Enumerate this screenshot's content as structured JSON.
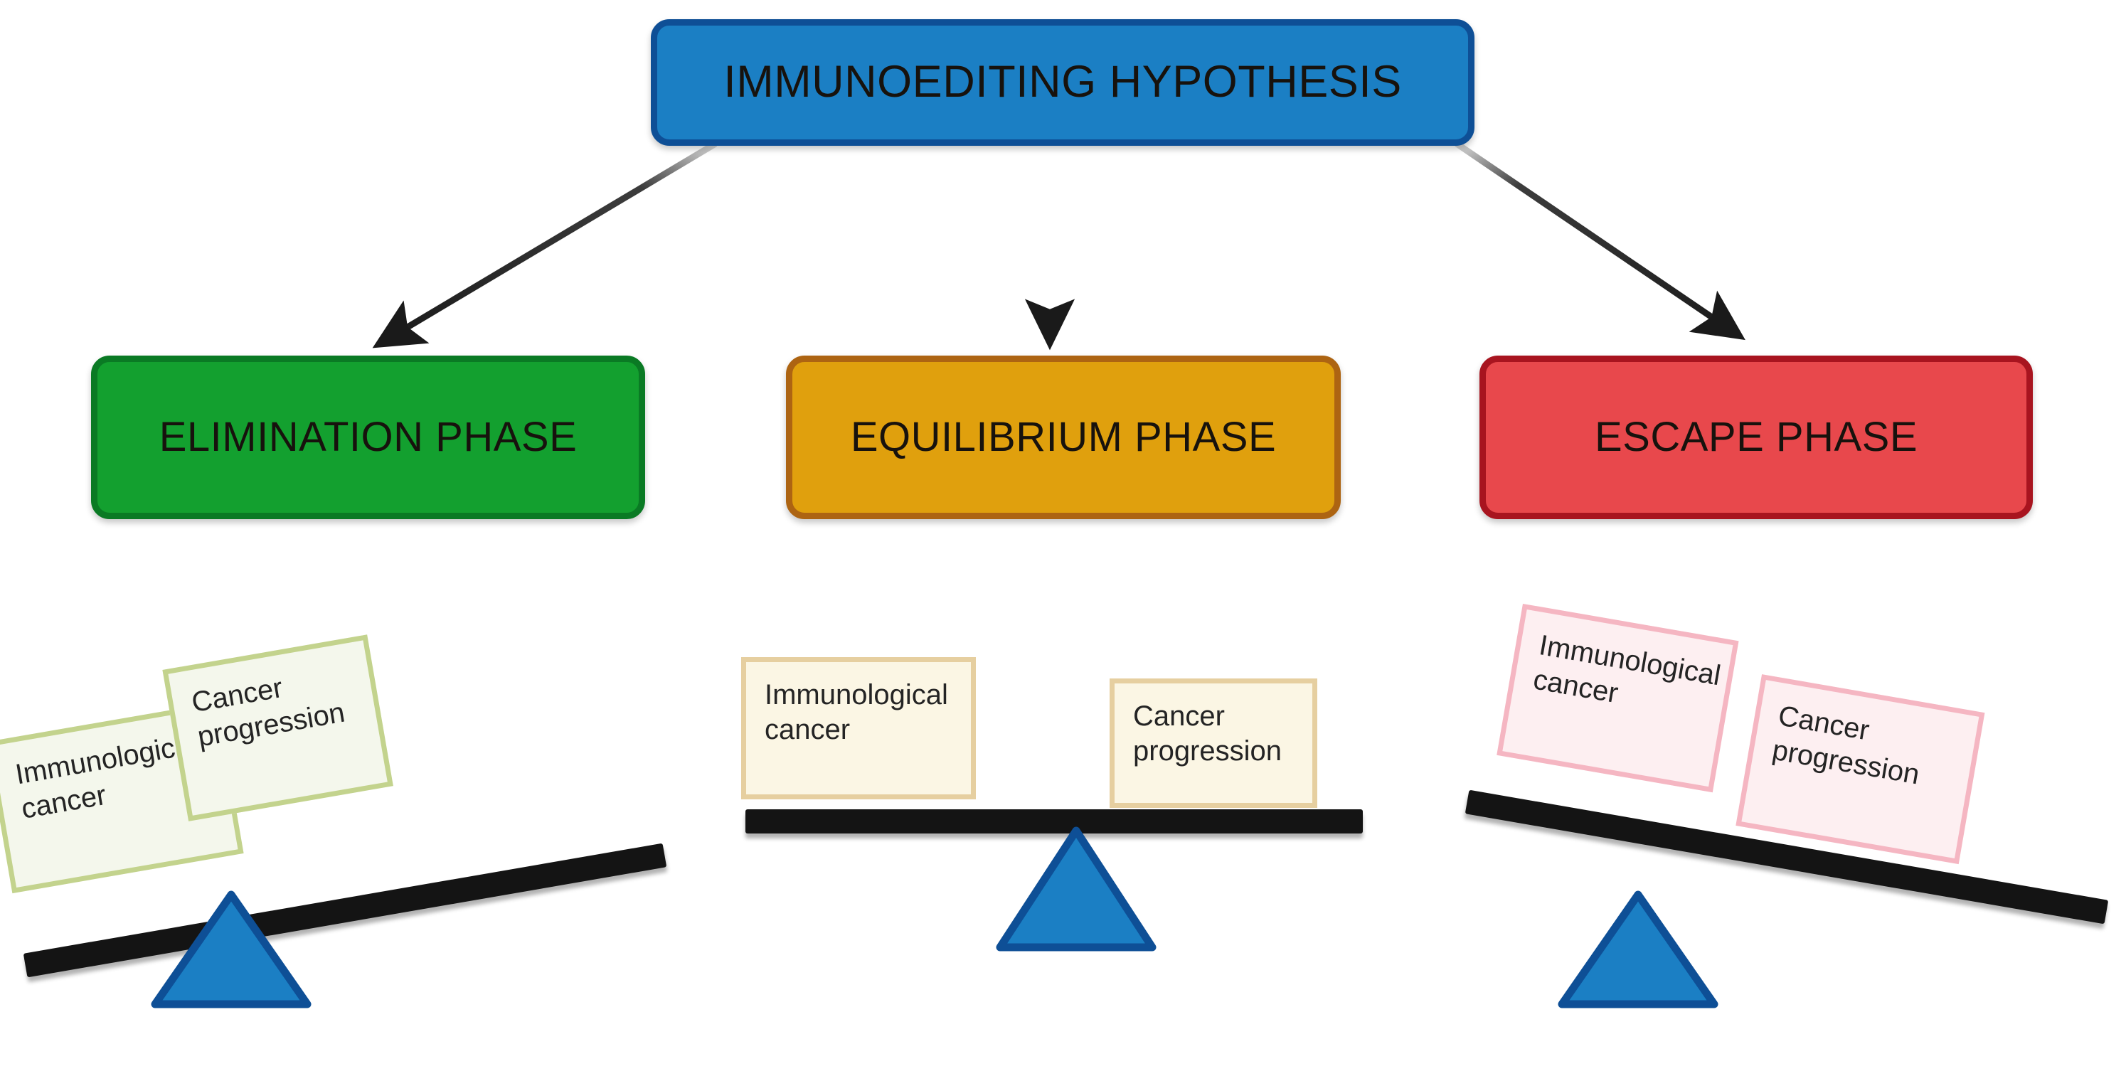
{
  "diagram": {
    "title": "IMMUNOEDITING HYPOTHESIS",
    "header": {
      "label": "IMMUNOEDITING HYPOTHESIS"
    },
    "phases": [
      {
        "id": "elimination",
        "label": "ELIMINATION PHASE",
        "fill": "#13a02f",
        "border": "#0a7a24"
      },
      {
        "id": "equilibrium",
        "label": "EQUILIBRIUM PHASE",
        "fill": "#e0a00d",
        "border": "#ad6412"
      },
      {
        "id": "escape",
        "label": "ESCAPE PHASE",
        "fill": "#e8484c",
        "border": "#a8141f"
      }
    ],
    "connectors": [
      {
        "id": "arrow-to-elimination",
        "kind": "arrow",
        "direction": "down-left"
      },
      {
        "id": "arrow-to-equilibrium",
        "kind": "arrow",
        "direction": "down"
      },
      {
        "id": "arrow-to-escape",
        "kind": "arrow",
        "direction": "down-right"
      }
    ],
    "scales": [
      {
        "id": "elimination",
        "tilt": "left-heavy",
        "left_pan": {
          "line1": "Immunological",
          "line2": "cancer"
        },
        "right_pan": {
          "line1": "Cancer",
          "line2": "progression"
        },
        "pan_fill": "#f4f7ec",
        "pan_border": "#c3d38d",
        "beam_color": "#141414",
        "fulcrum_fill": "#1b7fc4",
        "fulcrum_border": "#0e4f96"
      },
      {
        "id": "equilibrium",
        "tilt": "balanced",
        "left_pan": {
          "line1": "Immunological",
          "line2": "cancer"
        },
        "right_pan": {
          "line1": "Cancer",
          "line2": "progression"
        },
        "pan_fill": "#fbf6e4",
        "pan_border": "#e6cfa0",
        "beam_color": "#141414",
        "fulcrum_fill": "#1b7fc4",
        "fulcrum_border": "#0e4f96"
      },
      {
        "id": "escape",
        "tilt": "right-heavy",
        "left_pan": {
          "line1": "Immunological",
          "line2": "cancer"
        },
        "right_pan": {
          "line1": "Cancer",
          "line2": "progression"
        },
        "pan_fill": "#fdeff1",
        "pan_border": "#f5b6c2",
        "beam_color": "#141414",
        "fulcrum_fill": "#1b7fc4",
        "fulcrum_border": "#0e4f96"
      }
    ]
  }
}
